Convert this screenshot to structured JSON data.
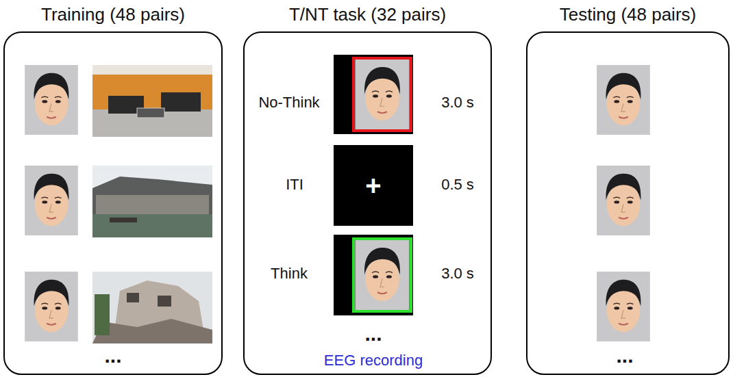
{
  "diagram": {
    "nodes": [
      {
        "text": [
          "Training (48 pairs)"
        ]
      },
      {
        "text": [
          "T/NT task (32 pairs)"
        ]
      },
      {
        "text": [
          "Testing (48 pairs)"
        ]
      }
    ],
    "labels": [
      "...",
      "No-Think",
      "3.0 s",
      "ITI",
      "+",
      "0.5 s",
      "Think",
      "3.0 s",
      "...",
      "EEG recording",
      "..."
    ]
  }
}
